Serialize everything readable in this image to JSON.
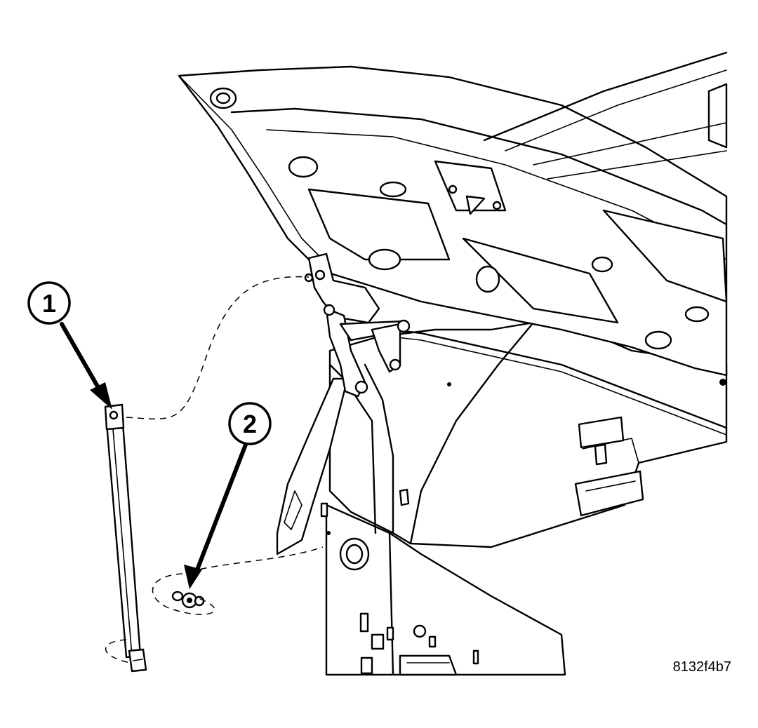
{
  "callouts": [
    {
      "number": "1"
    },
    {
      "number": "2"
    }
  ],
  "figure_code": "8132f4b7"
}
